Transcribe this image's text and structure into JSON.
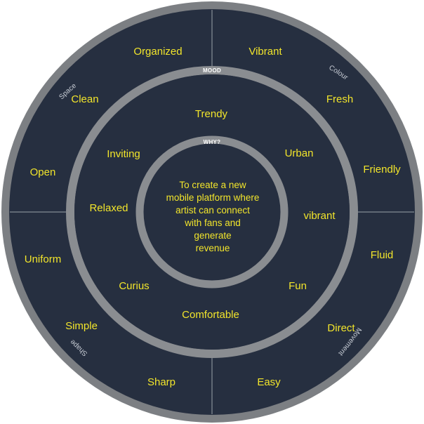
{
  "outer_quadrants": {
    "space": {
      "label": "Space",
      "words": [
        "Organized",
        "Clean",
        "Open"
      ]
    },
    "colour": {
      "label": "Colour",
      "words": [
        "Vibrant",
        "Fresh",
        "Friendly"
      ]
    },
    "shape": {
      "label": "Shape",
      "words": [
        "Uniform",
        "Simple",
        "Sharp"
      ]
    },
    "movement": {
      "label": "Movement",
      "words": [
        "Fluid",
        "Direct",
        "Easy"
      ]
    }
  },
  "mood_ring": {
    "label": "MOOD",
    "words": [
      "Trendy",
      "Urban",
      "vibrant",
      "Fun",
      "Comfortable",
      "Curius",
      "Relaxed",
      "Inviting"
    ]
  },
  "why_ring": {
    "label": "WHY?"
  },
  "center": {
    "lines": [
      "To create a new",
      "mobile platform where",
      "artist can connect",
      "with fans and",
      "generate",
      "revenue"
    ]
  },
  "colors": {
    "background_panel": "#262f40",
    "ring_gray": "#8a8d91",
    "outer_rim": "#7c7f83",
    "text_yellow": "#f2e52b",
    "divider": "#9aa0a8"
  }
}
